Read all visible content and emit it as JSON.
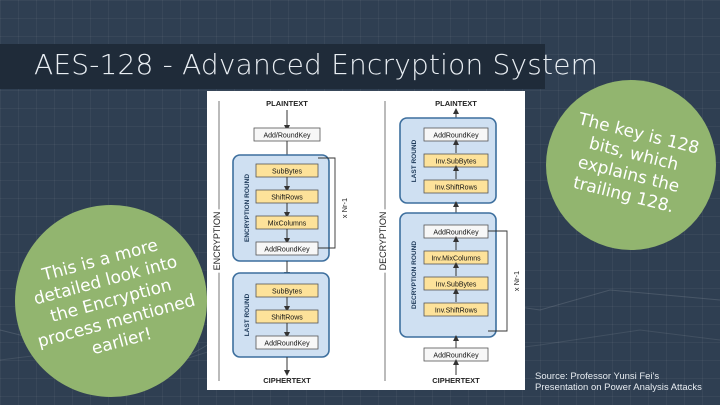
{
  "slide": {
    "title": "AES-128 - Advanced Encryption System",
    "left_bubble": "This is a more detailed look into the Encryption process mentioned earlier!",
    "right_bubble": "The key is 128 bits, which explains the trailing 128.",
    "source": "Source: Professor Yunsi Fei's Presentation on Power Analysis Attacks"
  },
  "diagram": {
    "encryption": {
      "side_label": "ENCRYPTION",
      "top": "PLAINTEXT",
      "bottom": "CIPHERTEXT",
      "add_round_key": "Add/RoundKey",
      "round_label": "ENCRYPTION ROUND",
      "round_ops": [
        "SubBytes",
        "ShiftRows",
        "MixColumns",
        "AddRoundKey"
      ],
      "repeat": "x Nr-1",
      "last_round_label": "LAST ROUND",
      "last_ops": [
        "SubBytes",
        "ShiftRows",
        "AddRoundKey"
      ]
    },
    "decryption": {
      "side_label": "DECRYPTION",
      "top": "PLAINTEXT",
      "bottom": "CIPHERTEXT",
      "add_round_key": "AddRoundKey",
      "last_round_label": "LAST ROUND",
      "last_ops": [
        "AddRoundKey",
        "Inv.SubBytes",
        "Inv.ShiftRows"
      ],
      "round_label": "DECRYPTION ROUND",
      "round_ops": [
        "AddRoundKey",
        "Inv.MixColumns",
        "Inv.SubBytes",
        "Inv.ShiftRows"
      ],
      "repeat": "x Nr-1"
    },
    "colors": {
      "round_fill": "#cfe0f2",
      "round_border": "#3d6f9e",
      "op_fill": "#fde29a",
      "key_fill": "#f7f7f7"
    }
  }
}
